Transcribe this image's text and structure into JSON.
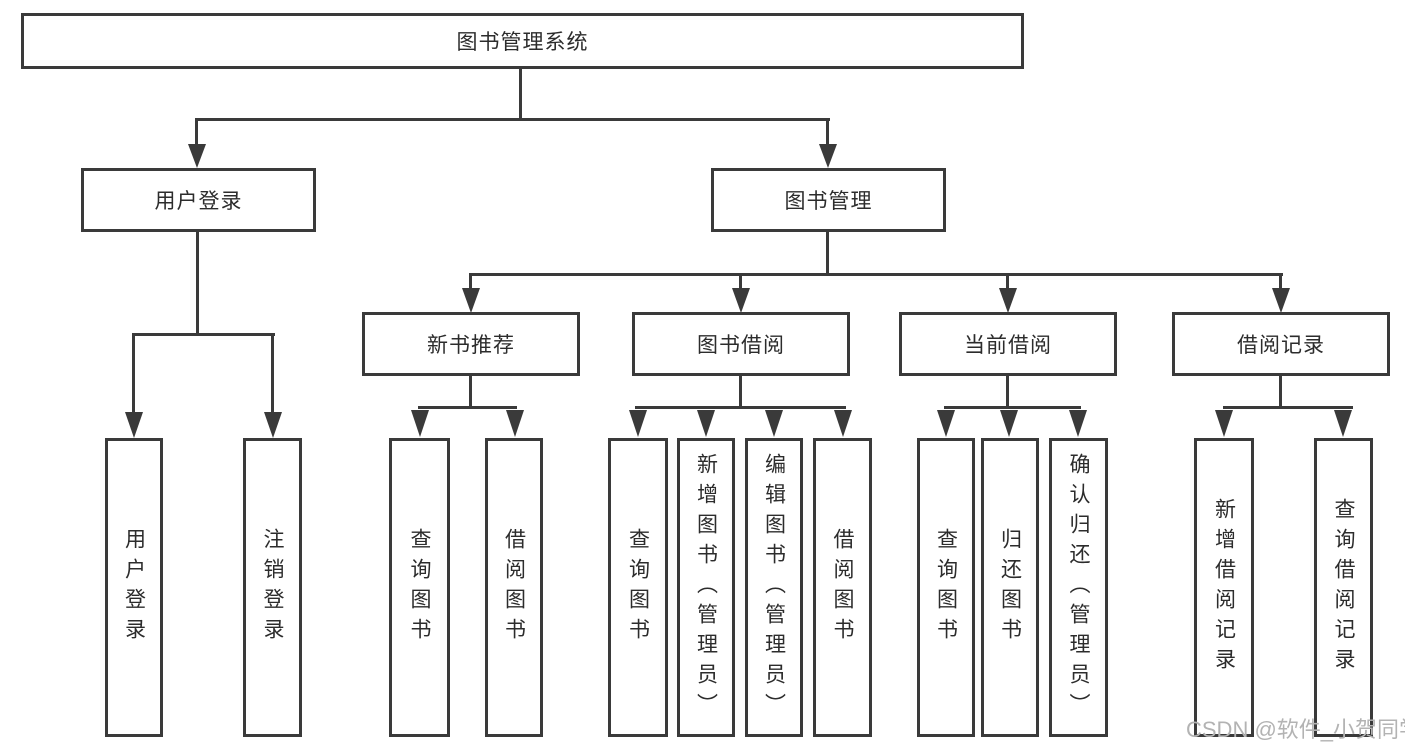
{
  "tree": {
    "root": "图书管理系统",
    "children": [
      {
        "label": "用户登录",
        "children": [
          "用户登录",
          "注销登录"
        ]
      },
      {
        "label": "图书管理",
        "children": [
          {
            "label": "新书推荐",
            "children": [
              "查询图书",
              "借阅图书"
            ]
          },
          {
            "label": "图书借阅",
            "children": [
              "查询图书",
              "新增图书（管理员）",
              "编辑图书（管理员）",
              "借阅图书"
            ]
          },
          {
            "label": "当前借阅",
            "children": [
              "查询图书",
              "归还图书",
              "确认归还（管理员）"
            ]
          },
          {
            "label": "借阅记录",
            "children": [
              "新增借阅记录",
              "查询借阅记录"
            ]
          }
        ]
      }
    ]
  },
  "watermark": {
    "text": "CSDN @软件_小贺同学"
  },
  "colors": {
    "line": "#3a3a3a",
    "text": "#2c2c2c",
    "watermark": "#b3b3b3",
    "background": "#ffffff"
  }
}
